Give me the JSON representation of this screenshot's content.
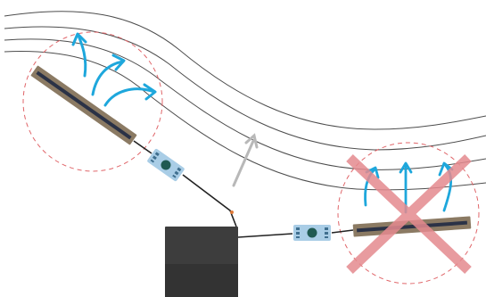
{
  "diagram": {
    "colors": {
      "field_lines": "#4d4d4d",
      "good_arrows": "#1ea7dc",
      "bad_arrows": "#1ea7dc",
      "range_circle": "#e0666a",
      "cross": "#e58a8f",
      "board_frame": "#8b7a63",
      "board_bar": "#2b3246",
      "direction_arrow": "#b8b8b8",
      "module_body": "#a9cde6",
      "module_dot": "#1f5a52",
      "cable": "#222222",
      "controller": "#3d3d3d",
      "connector": "#e07b3a"
    },
    "elements": {
      "correct_board": "board-aligned",
      "wrong_board": "board-misaligned",
      "controller": "dark-box",
      "cross_icon": "cross-icon"
    }
  }
}
